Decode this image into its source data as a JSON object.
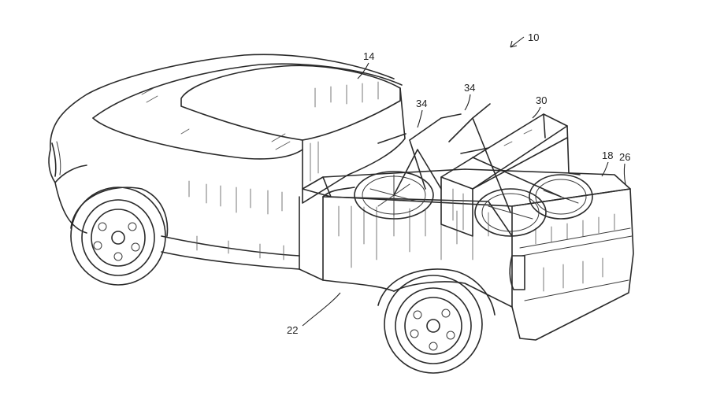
{
  "figure": {
    "reference_numerals": {
      "vehicle": "10",
      "cab": "14",
      "cargo_bed": "18",
      "side_panel": "22",
      "tailgate": "26",
      "rack": "30",
      "bicycle_a": "34",
      "bicycle_b": "34"
    }
  },
  "colors": {
    "line": "#2a2a2a",
    "background": "#ffffff"
  }
}
